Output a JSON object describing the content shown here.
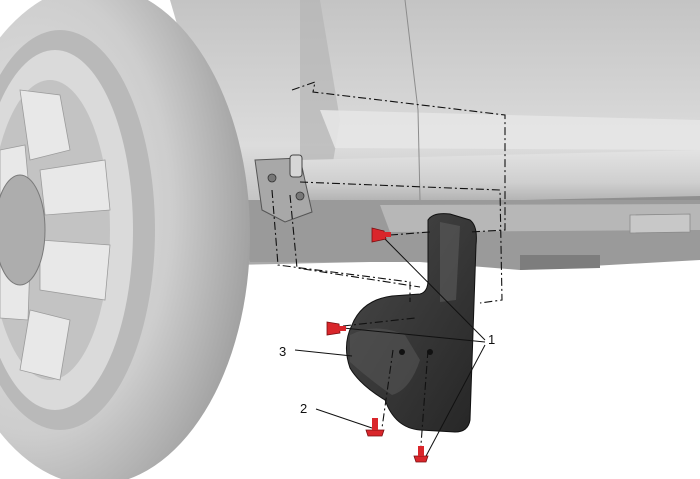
{
  "callouts": {
    "fastener": "1",
    "screw": "2",
    "mud_flap": "3"
  },
  "colors": {
    "body_light": "#d8d8d8",
    "body_mid": "#bdbdbd",
    "body_dark": "#8e8e8e",
    "tire": "#c9c9c9",
    "mud_flap": "#2f2f2f",
    "fastener_red": "#d9262b",
    "outline": "#1a1a1a"
  }
}
